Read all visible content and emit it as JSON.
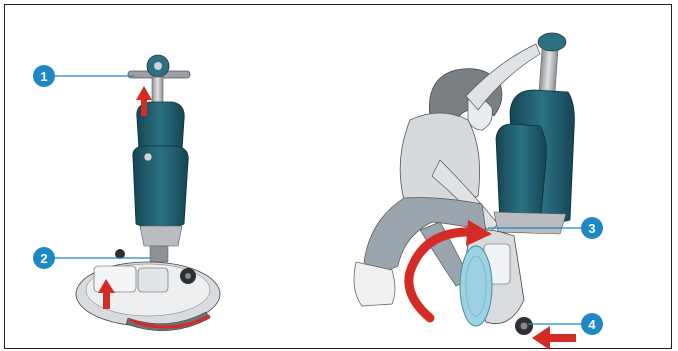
{
  "figure": {
    "accent_color": "#1e87c4",
    "arrow_color": "#d42b25",
    "body_color": "#1f5a6b",
    "callouts": [
      {
        "number": "1"
      },
      {
        "number": "2"
      },
      {
        "number": "3"
      },
      {
        "number": "4"
      }
    ]
  }
}
